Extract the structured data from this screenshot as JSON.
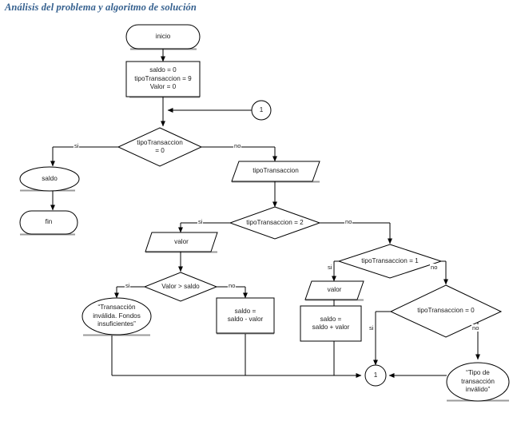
{
  "page": {
    "title": "Análisis del problema y algoritmo de solución",
    "title_color": "#36618f",
    "background": "#ffffff"
  },
  "diagram": {
    "type": "flowchart",
    "stroke_color": "#000000",
    "shadow_color": "#9a9a9a",
    "nodes": [
      {
        "id": "inicio",
        "shape": "terminator",
        "text": "inicio"
      },
      {
        "id": "init",
        "shape": "process",
        "text": "saldo = 0\ntipoTransaccion = 9\nValor = 0"
      },
      {
        "id": "conn-top",
        "shape": "connector",
        "text": "1"
      },
      {
        "id": "dec-tt0",
        "shape": "decision",
        "text": "tipoTransaccion\n= 0"
      },
      {
        "id": "out-saldo",
        "shape": "display",
        "text": "saldo"
      },
      {
        "id": "fin",
        "shape": "terminator",
        "text": "fin"
      },
      {
        "id": "in-tt",
        "shape": "data",
        "text": "tipoTransaccion"
      },
      {
        "id": "dec-tt2",
        "shape": "decision",
        "text": "tipoTransaccion = 2"
      },
      {
        "id": "in-valor-1",
        "shape": "data",
        "text": "valor"
      },
      {
        "id": "dec-valor",
        "shape": "decision",
        "text": "Valor > saldo"
      },
      {
        "id": "out-invalida",
        "shape": "display",
        "text": "“Transacción\ninválida. Fondos\ninsuficientes”"
      },
      {
        "id": "proc-resta",
        "shape": "process",
        "text": "saldo =\nsaldo - valor"
      },
      {
        "id": "dec-tt1",
        "shape": "decision",
        "text": "tipoTransaccion = 1"
      },
      {
        "id": "in-valor-2",
        "shape": "data",
        "text": "valor"
      },
      {
        "id": "proc-suma",
        "shape": "process",
        "text": "saldo =\nsaldo + valor"
      },
      {
        "id": "dec-tt0b",
        "shape": "decision",
        "text": "tipoTransaccion = 0"
      },
      {
        "id": "conn-bottom",
        "shape": "connector",
        "text": "1"
      },
      {
        "id": "out-tipo-inv",
        "shape": "display",
        "text": "“Tipo de\ntransacción\ninválido”"
      }
    ],
    "edge_labels": [
      {
        "id": "lbl-si-1",
        "text": "si"
      },
      {
        "id": "lbl-no-1",
        "text": "no"
      },
      {
        "id": "lbl-si-2",
        "text": "si"
      },
      {
        "id": "lbl-no-2",
        "text": "no"
      },
      {
        "id": "lbl-si-3",
        "text": "si"
      },
      {
        "id": "lbl-no-3",
        "text": "no"
      },
      {
        "id": "lbl-si-4",
        "text": "si"
      },
      {
        "id": "lbl-no-4",
        "text": "no"
      },
      {
        "id": "lbl-si-5",
        "text": "si"
      },
      {
        "id": "lbl-no-5",
        "text": "no"
      }
    ]
  }
}
